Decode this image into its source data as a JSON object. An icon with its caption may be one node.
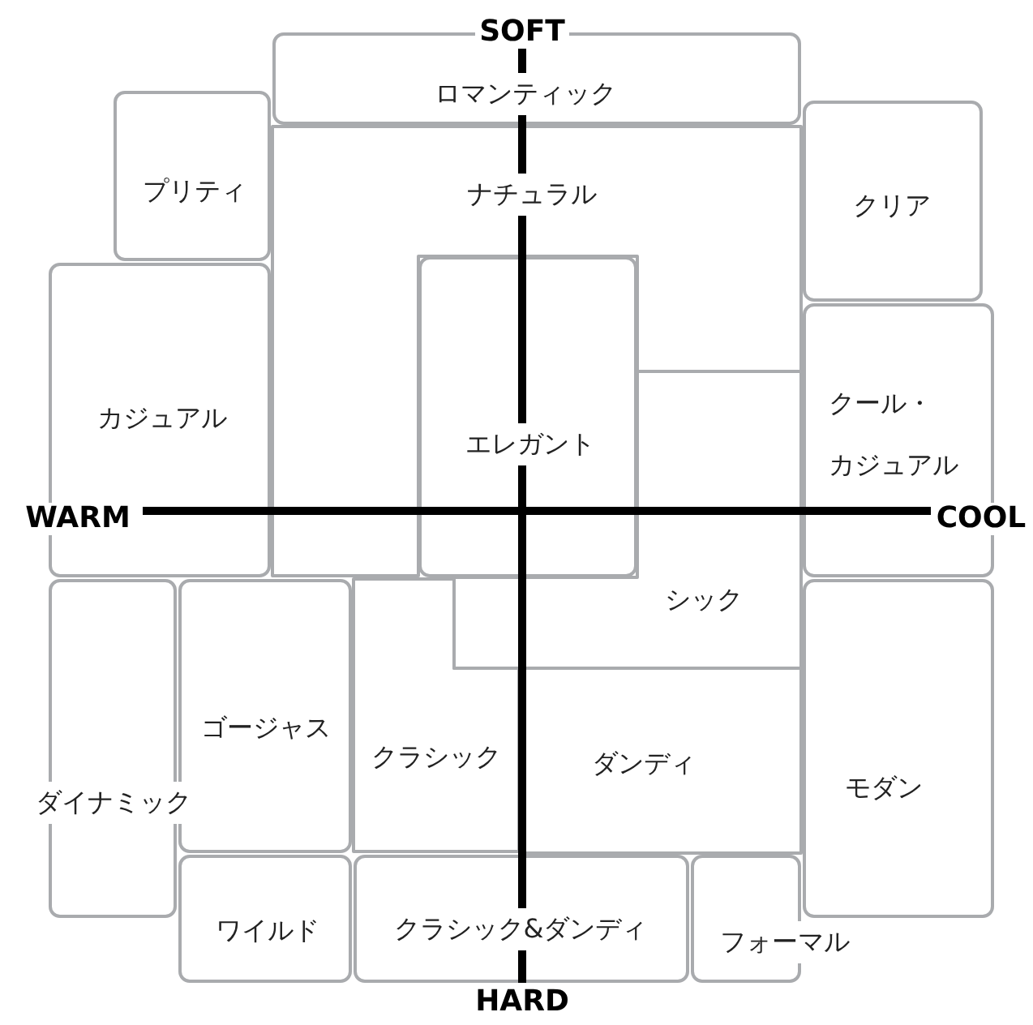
{
  "diagram": {
    "nodes": [
      {
        "text": [
          "ロマンティック"
        ]
      },
      {
        "text": [
          "プリティ"
        ]
      },
      {
        "text": [
          "ナチュラル"
        ]
      },
      {
        "text": [
          "クリア"
        ]
      },
      {
        "text": [
          "カジュアル"
        ]
      },
      {
        "text": [
          "エレガント"
        ]
      },
      {
        "text": [
          "クール・カジュアル"
        ]
      },
      {
        "text": [
          "シック"
        ]
      },
      {
        "text": [
          "ダイナミック"
        ]
      },
      {
        "text": [
          "ゴージャス"
        ]
      },
      {
        "text": [
          "クラシック"
        ]
      },
      {
        "text": [
          "ダンディ"
        ]
      },
      {
        "text": [
          "モダン"
        ]
      },
      {
        "text": [
          "ワイルド"
        ]
      },
      {
        "text": [
          "クラシック&ダンディ"
        ]
      },
      {
        "text": [
          "フォーマル"
        ]
      }
    ],
    "edges": [],
    "labels": [
      "SOFT",
      "WARM",
      "COOL",
      "HARD"
    ]
  }
}
